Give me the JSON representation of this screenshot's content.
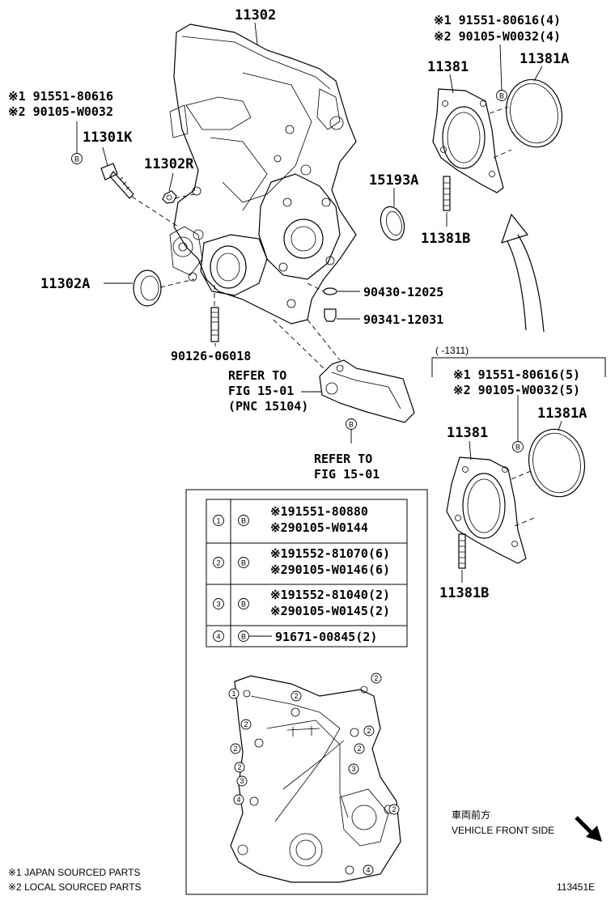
{
  "diagram_id": "113451E",
  "labels": {
    "p11302": "11302",
    "p11301k": "11301K",
    "p11302r": "11302R",
    "p11302a": "11302A",
    "p90126": "90126-06018",
    "p90430": "90430-12025",
    "p90341": "90341-12031",
    "p15193a": "15193A",
    "p11381_top": "11381",
    "p11381a_top": "11381A",
    "p11381b_top": "11381B",
    "p11381_bot": "11381",
    "p11381a_bot": "11381A",
    "p11381b_bot": "11381B"
  },
  "bolt_refs": {
    "left_1": "※1 91551-80616",
    "left_2": "※2 90105-W0032",
    "top_right_1": "※1 91551-80616(4)",
    "top_right_2": "※2 90105-W0032(4)",
    "bracket_label": "(     -1311)",
    "bot_right_1": "※1 91551-80616(5)",
    "bot_right_2": "※2 90105-W0032(5)"
  },
  "refer": {
    "r1_line1": "REFER TO",
    "r1_line2": "FIG 15-01",
    "r1_line3": "(PNC 15104)",
    "r2_line1": "REFER TO",
    "r2_line2": "FIG 15-01"
  },
  "markers": {
    "b": "B",
    "n1": "1",
    "n2": "2",
    "n3": "3",
    "n4": "4"
  },
  "table": {
    "rows": [
      {
        "num": "1",
        "lines": [
          "※191551-80880",
          "※290105-W0144"
        ]
      },
      {
        "num": "2",
        "lines": [
          "※191552-81070(6)",
          "※290105-W0146(6)"
        ]
      },
      {
        "num": "3",
        "lines": [
          "※191552-81040(2)",
          "※290105-W0145(2)"
        ]
      },
      {
        "num": "4",
        "lines": [
          "91671-00845(2)"
        ]
      }
    ]
  },
  "direction": {
    "jp": "車両前方",
    "en": "VEHICLE FRONT SIDE"
  },
  "footnotes": {
    "f1": "※1 JAPAN SOURCED PARTS",
    "f2": "※2 LOCAL SOURCED PARTS"
  }
}
